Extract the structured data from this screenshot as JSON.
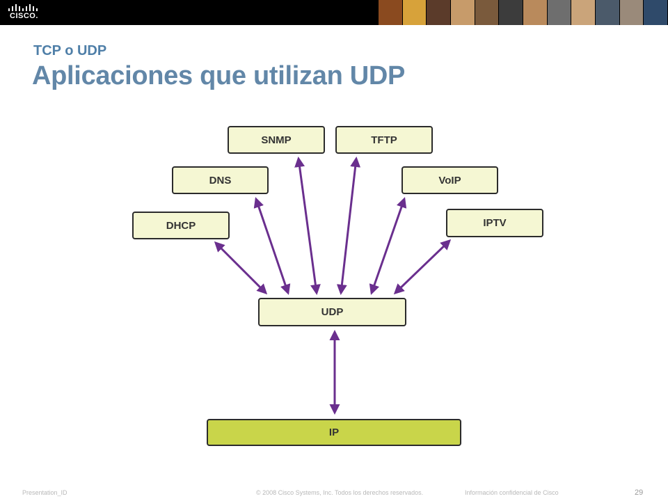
{
  "header": {
    "logo_text": "CISCO.",
    "photo_colors": [
      "#8a4a1f",
      "#d7a23a",
      "#5b3b2a",
      "#c79b6a",
      "#7a5a3c",
      "#3c3c3c",
      "#b98a5c",
      "#6e6e6e",
      "#caa47a",
      "#4b5a6a",
      "#9a8a7a",
      "#2f4a6a"
    ]
  },
  "slide": {
    "subtitle": "TCP o UDP",
    "title": "Aplicaciones que utilizan UDP"
  },
  "diagram": {
    "nodes": {
      "snmp": "SNMP",
      "tftp": "TFTP",
      "dns": "DNS",
      "voip": "VoIP",
      "dhcp": "DHCP",
      "iptv": "IPTV",
      "udp": "UDP",
      "ip": "IP"
    },
    "arrow_color": "#6a2f8e"
  },
  "footer": {
    "presentation_id": "Presentation_ID",
    "copyright": "© 2008 Cisco Systems, Inc. Todos los derechos reservados.",
    "confidential": "Información confidencial de Cisco",
    "page_number": "29"
  }
}
